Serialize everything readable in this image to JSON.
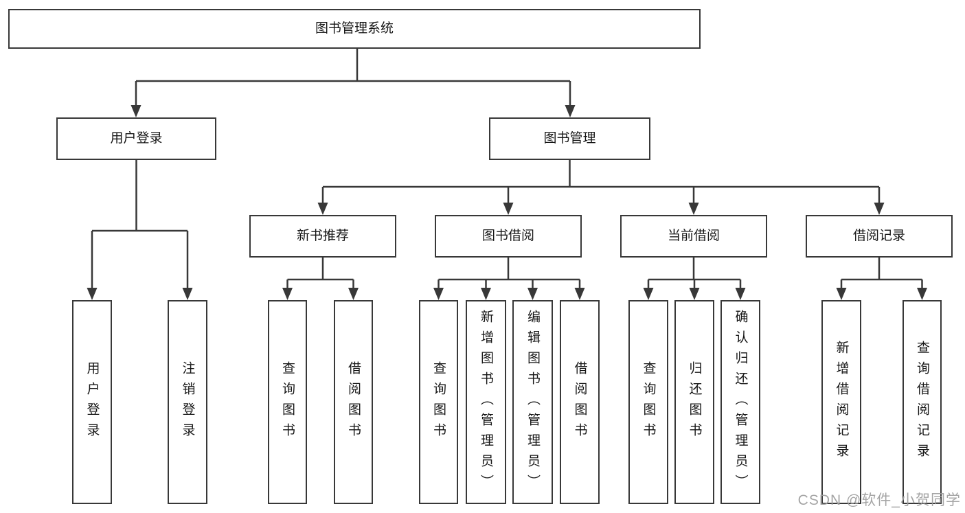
{
  "tree": {
    "root": "图书管理系统",
    "branches": [
      {
        "label": "用户登录",
        "leaves": [
          "用户登录",
          "注销登录"
        ]
      },
      {
        "label": "图书管理",
        "modules": [
          {
            "label": "新书推荐",
            "leaves": [
              "查询图书",
              "借阅图书"
            ]
          },
          {
            "label": "图书借阅",
            "leaves": [
              "查询图书",
              "新增图书（管理员）",
              "编辑图书（管理员）",
              "借阅图书"
            ]
          },
          {
            "label": "当前借阅",
            "leaves": [
              "查询图书",
              "归还图书",
              "确认归还（管理员）"
            ]
          },
          {
            "label": "借阅记录",
            "leaves": [
              "新增借阅记录",
              "查询借阅记录"
            ]
          }
        ]
      }
    ]
  },
  "watermark": {
    "text": "CSDN @软件_小贺同学"
  },
  "colors": {
    "line": "#383838",
    "box_border": "#383838",
    "text": "#161616",
    "watermark": "#9e9e9e",
    "background": "#ffffff"
  }
}
